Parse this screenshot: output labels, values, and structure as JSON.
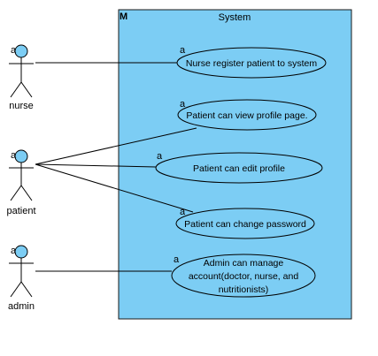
{
  "system": {
    "title": "System",
    "marker": "M",
    "fill": "#7ccdf4",
    "stroke": "#1a1a1a"
  },
  "stereotype_marker": "a",
  "actors": [
    {
      "id": "nurse",
      "label": "nurse"
    },
    {
      "id": "patient",
      "label": "patient"
    },
    {
      "id": "admin",
      "label": "admin"
    }
  ],
  "use_cases": [
    {
      "id": "uc-register",
      "lines": [
        "Nurse register patient to system"
      ]
    },
    {
      "id": "uc-view",
      "lines": [
        "Patient can view profile page."
      ]
    },
    {
      "id": "uc-edit",
      "lines": [
        "Patient can edit profile"
      ]
    },
    {
      "id": "uc-password",
      "lines": [
        "Patient can change password"
      ]
    },
    {
      "id": "uc-admin",
      "lines": [
        "Admin can manage",
        "account(doctor, nurse, and",
        "nutritionists)"
      ]
    }
  ],
  "associations": [
    {
      "from": "nurse",
      "to": "uc-register"
    },
    {
      "from": "patient",
      "to": "uc-view"
    },
    {
      "from": "patient",
      "to": "uc-edit"
    },
    {
      "from": "patient",
      "to": "uc-password"
    },
    {
      "from": "admin",
      "to": "uc-admin"
    }
  ],
  "colors": {
    "actor_fill": "#7ccdf4",
    "line": "#000000",
    "usecase_fill": "#7ccdf4"
  }
}
